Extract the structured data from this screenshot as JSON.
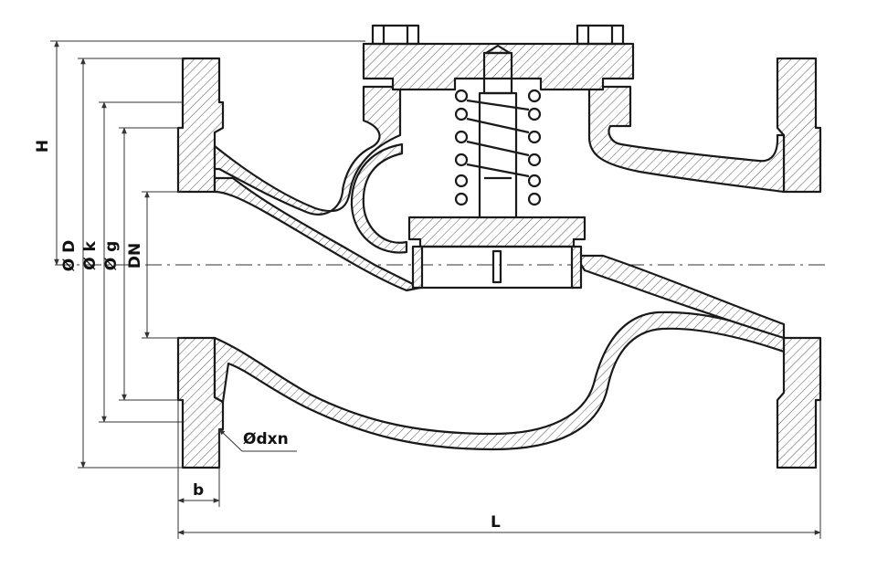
{
  "labels": {
    "H": "H",
    "D": "Ø D",
    "k": "Ø k",
    "g": "Ø g",
    "DN": "DN",
    "dxn": "Ødxn",
    "b": "b",
    "L": "L"
  },
  "colors": {
    "line": "#1a1a1a",
    "background": "#ffffff"
  }
}
